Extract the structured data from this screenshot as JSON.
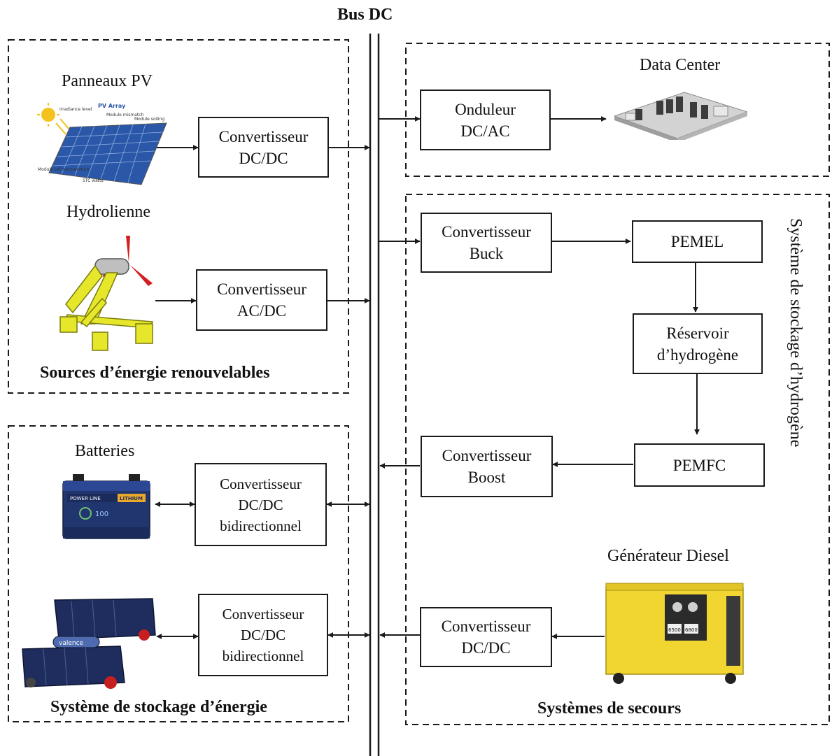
{
  "bus": {
    "label": "Bus DC"
  },
  "groups": {
    "renewable": "Sources d’énergie renouvelables",
    "storage": "Système de stockage d’énergie",
    "backup": "Systèmes de secours",
    "hydrogen": "Système de stockage d’hydrogène"
  },
  "labels": {
    "pv": "Panneaux PV",
    "hydro": "Hydrolienne",
    "batteries": "Batteries",
    "datacenter": "Data Center",
    "diesel": "Générateur Diesel"
  },
  "pv_diagram": {
    "title": "PV Array",
    "irradiance": "Irradiance level",
    "mismatch": "Module mismatch",
    "soiling": "Module soiling",
    "celltemp": "Module cell temperature",
    "stc": "STC watts"
  },
  "battery_brand": {
    "line": "POWER LINE",
    "chem": "LITHIUM",
    "cap": "100",
    "stack": "valence"
  },
  "generator_panel": {
    "left": "6500",
    "right": "6800"
  },
  "blocks": {
    "pv_conv": {
      "line1": "Convertisseur",
      "line2": "DC/DC"
    },
    "hydro_conv": {
      "line1": "Convertisseur",
      "line2": "AC/DC"
    },
    "bat_conv": {
      "line1": "Convertisseur",
      "line2": "DC/DC",
      "line3": "bidirectionnel"
    },
    "stack_conv": {
      "line1": "Convertisseur",
      "line2": "DC/DC",
      "line3": "bidirectionnel"
    },
    "inverter": {
      "line1": "Onduleur",
      "line2": "DC/AC"
    },
    "buck": {
      "line1": "Convertisseur",
      "line2": "Buck"
    },
    "pemel": {
      "line1": "PEMEL"
    },
    "tank": {
      "line1": "Réservoir",
      "line2": "d’hydrogène"
    },
    "pemfc": {
      "line1": "PEMFC"
    },
    "boost": {
      "line1": "Convertisseur",
      "line2": "Boost"
    },
    "diesel_conv": {
      "line1": "Convertisseur",
      "line2": "DC/DC"
    }
  },
  "colors": {
    "line": "#1a1a1a",
    "pv_panel": "#2b57a8",
    "hydro_yellow": "#e6e62a",
    "turbine_red": "#d21f1f",
    "battery_blue": "#21356f",
    "generator_yellow": "#f1d631"
  }
}
